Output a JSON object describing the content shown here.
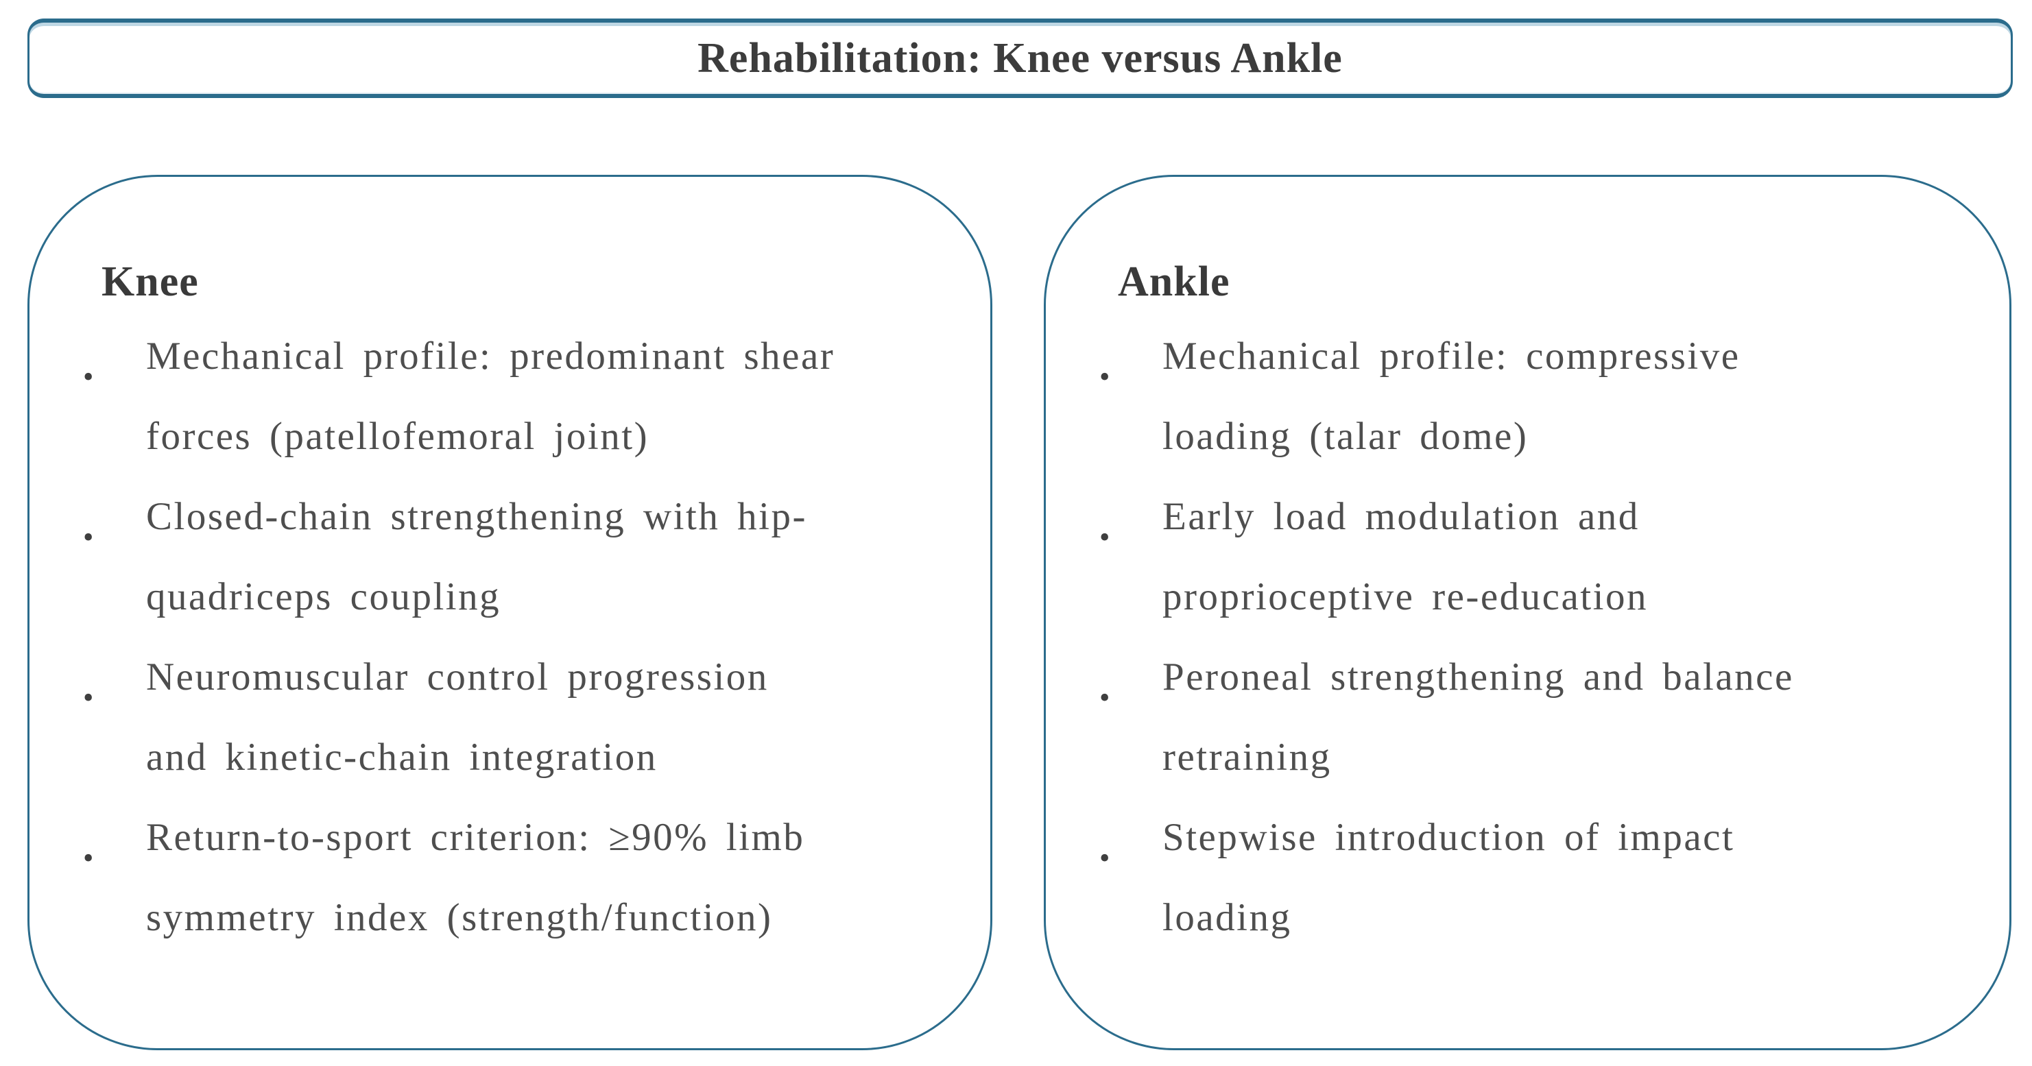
{
  "title": "Rehabilitation: Knee versus Ankle",
  "bullet_glyph": "•",
  "colors": {
    "accent": "#2b6c8c",
    "accent_light": "#bed7e4",
    "heading_text": "#3a3a3a",
    "body_text": "#4e4e4e"
  },
  "cards": [
    {
      "header": "Knee",
      "items": [
        {
          "lines": [
            "Mechanical profile: predominant shear",
            "forces (patellofemoral joint)"
          ]
        },
        {
          "lines": [
            "Closed-chain strengthening with hip-",
            "quadriceps coupling"
          ]
        },
        {
          "lines": [
            "Neuromuscular control progression",
            "and kinetic-chain integration"
          ]
        },
        {
          "lines": [
            "Return-to-sport criterion: ≥90% limb",
            "symmetry index (strength/function)"
          ]
        }
      ]
    },
    {
      "header": "Ankle",
      "items": [
        {
          "lines": [
            "Mechanical profile: compressive",
            "loading (talar dome)"
          ]
        },
        {
          "lines": [
            "Early load modulation and",
            "proprioceptive re-education"
          ]
        },
        {
          "lines": [
            "Peroneal strengthening and balance",
            "retraining"
          ]
        },
        {
          "lines": [
            "Stepwise introduction of impact",
            "loading"
          ]
        }
      ]
    }
  ]
}
